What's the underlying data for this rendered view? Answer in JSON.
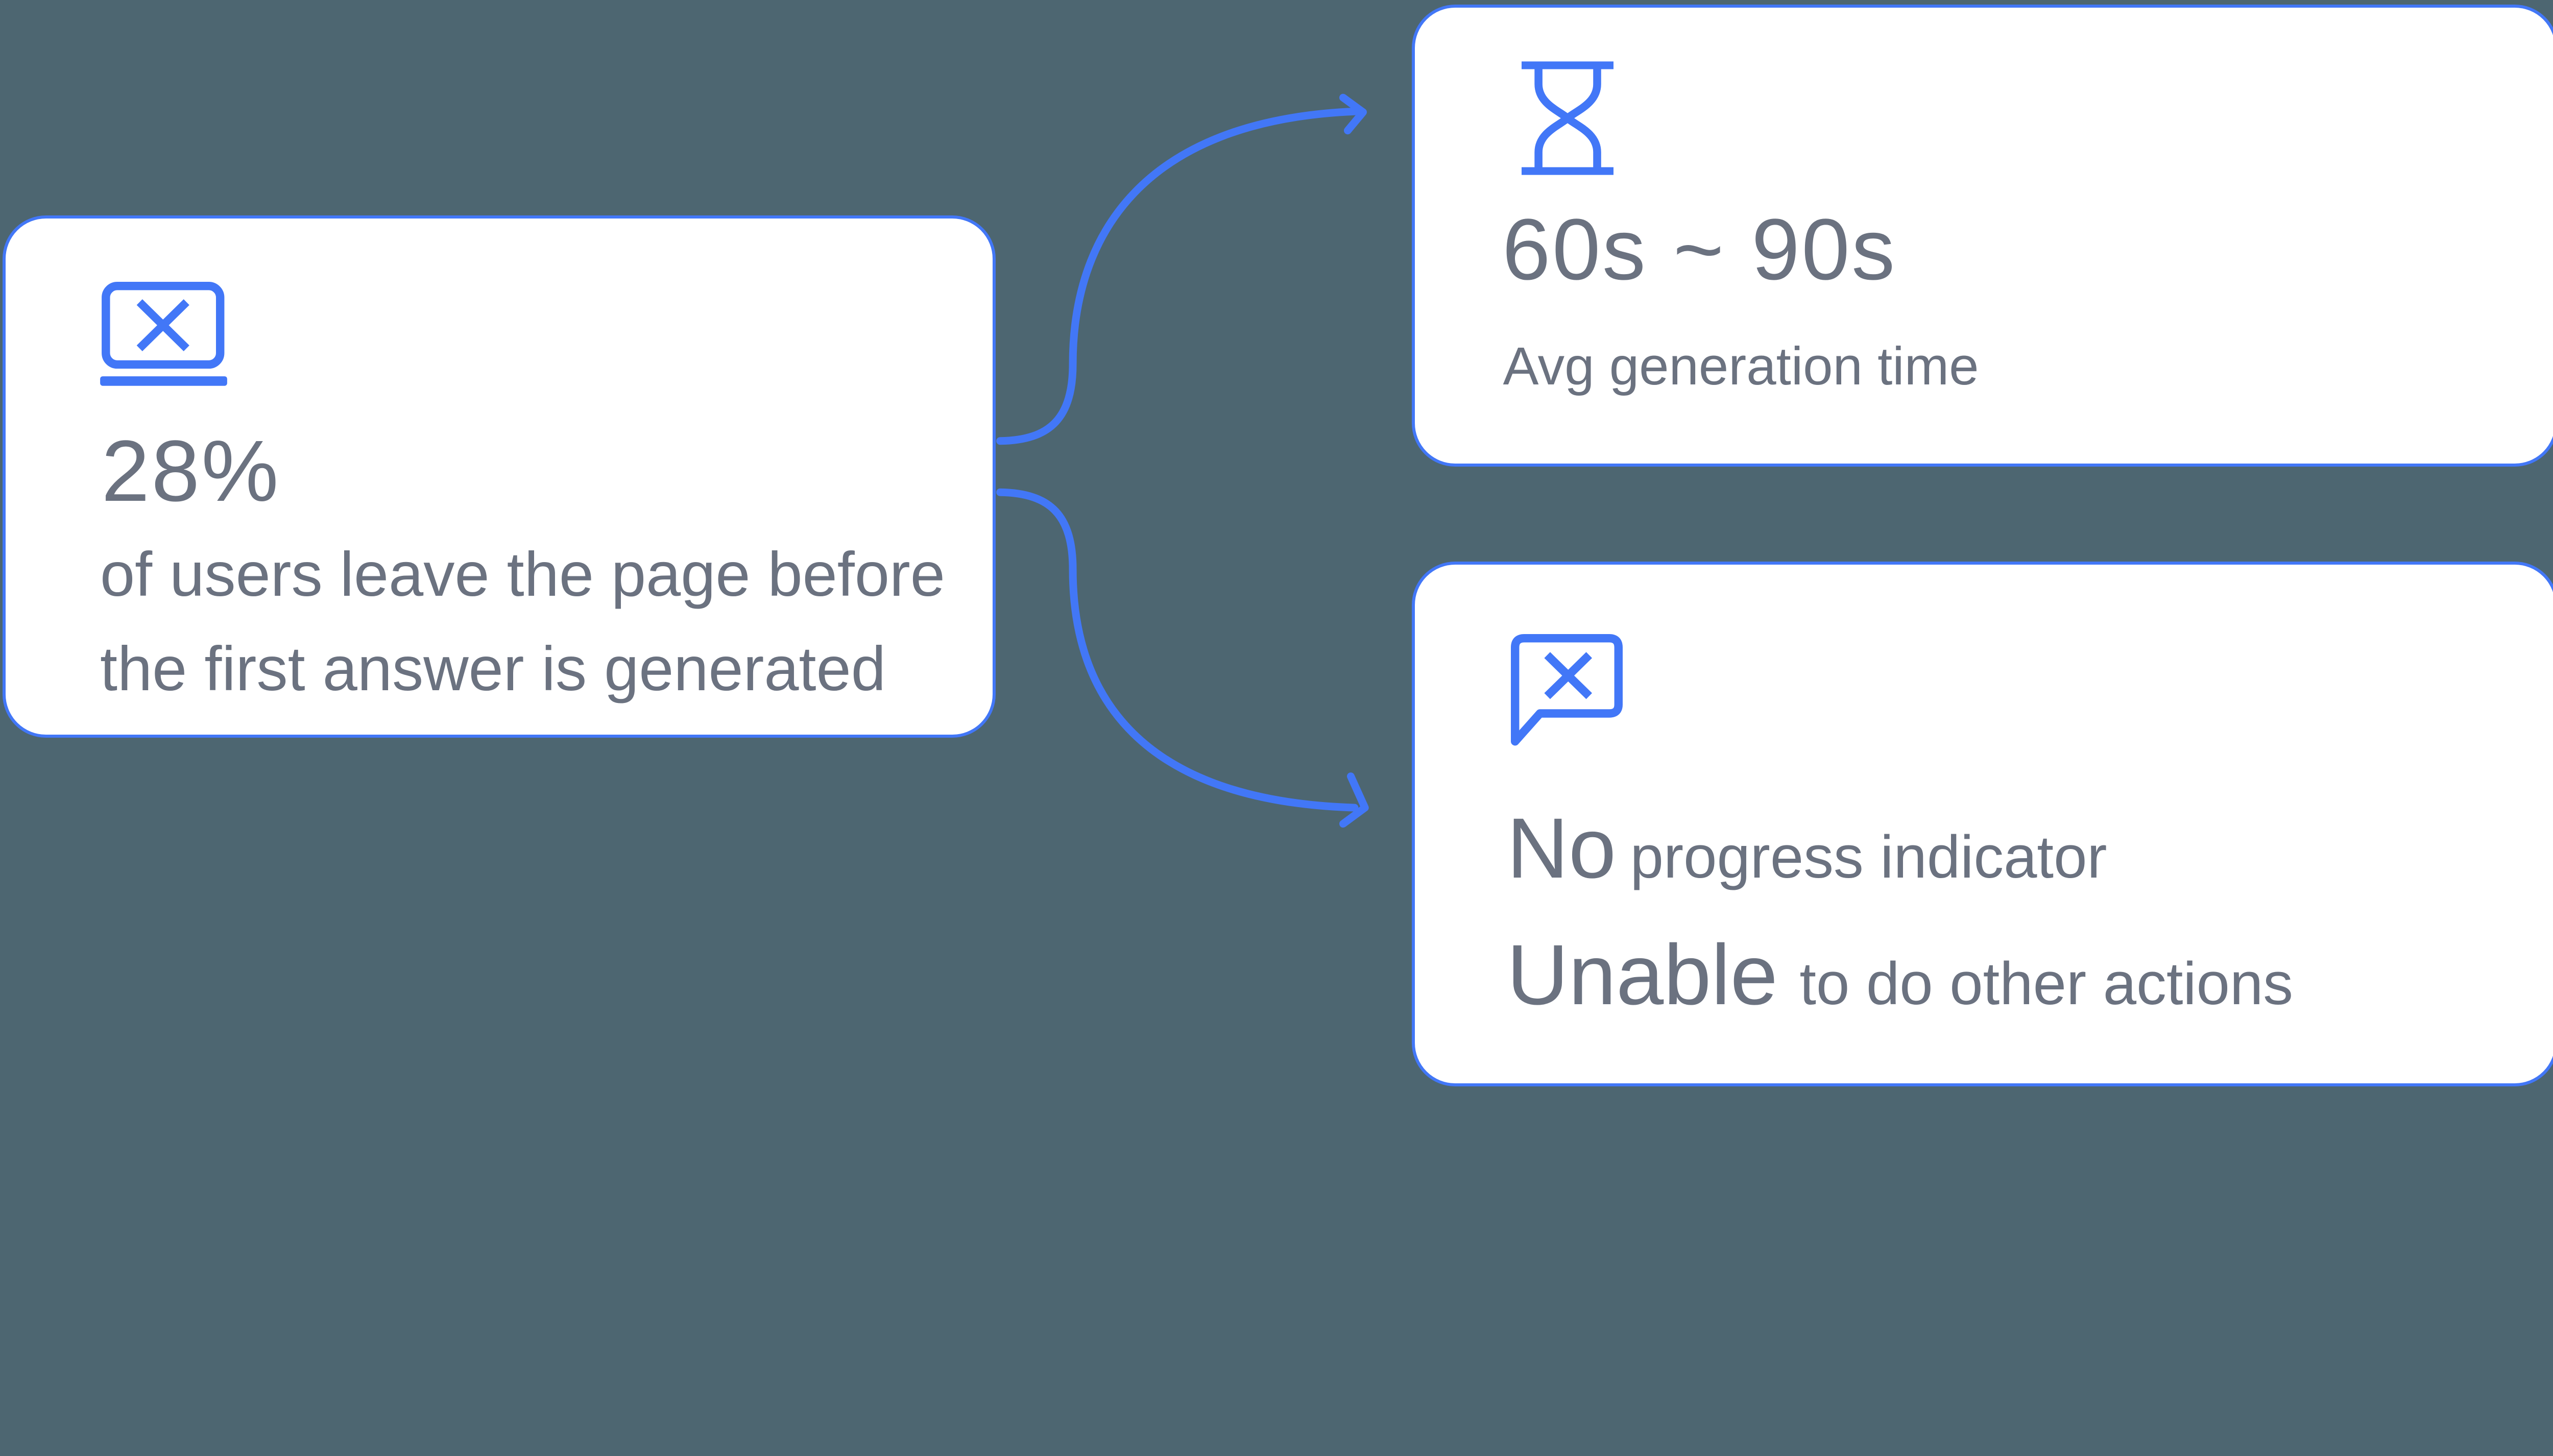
{
  "colors": {
    "background": "#4D6671",
    "accent_blue": "#4277F7",
    "text_gray": "#6B7280",
    "card_background": "#FFFFFF"
  },
  "cards": {
    "problem": {
      "icon": "closed-browser-icon",
      "stat": "28%",
      "description_lines": [
        "of users leave the page before",
        "the first answer is generated"
      ]
    },
    "generation_time": {
      "icon": "hourglass-icon",
      "stat": "60s ~ 90s",
      "caption": "Avg generation time"
    },
    "limitations": {
      "icon": "chat-error-icon",
      "rows": [
        {
          "emphasis": "No",
          "rest": "progress indicator"
        },
        {
          "emphasis": "Unable",
          "rest": "to do other actions"
        }
      ]
    }
  }
}
